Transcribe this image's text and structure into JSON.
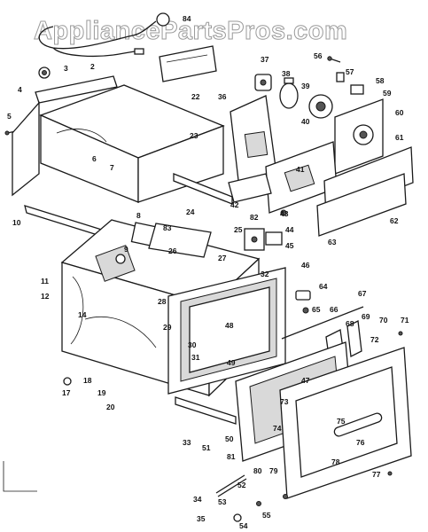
{
  "watermark": "AppliancePartsPros.com",
  "part_labels": [
    "2",
    "3",
    "4",
    "5",
    "6",
    "7",
    "8",
    "9",
    "10",
    "11",
    "12",
    "14",
    "17",
    "18",
    "19",
    "20",
    "22",
    "23",
    "24",
    "25",
    "26",
    "27",
    "28",
    "29",
    "30",
    "31",
    "32",
    "33",
    "34",
    "35",
    "36",
    "37",
    "38",
    "39",
    "40",
    "41",
    "42",
    "43",
    "44",
    "45",
    "46",
    "47",
    "48",
    "49",
    "50",
    "51",
    "52",
    "53",
    "54",
    "55",
    "56",
    "57",
    "58",
    "59",
    "60",
    "61",
    "62",
    "63",
    "64",
    "65",
    "66",
    "67",
    "68",
    "69",
    "70",
    "71",
    "72",
    "73",
    "74",
    "75",
    "76",
    "77",
    "78",
    "79",
    "80",
    "81",
    "82",
    "83",
    "84"
  ]
}
